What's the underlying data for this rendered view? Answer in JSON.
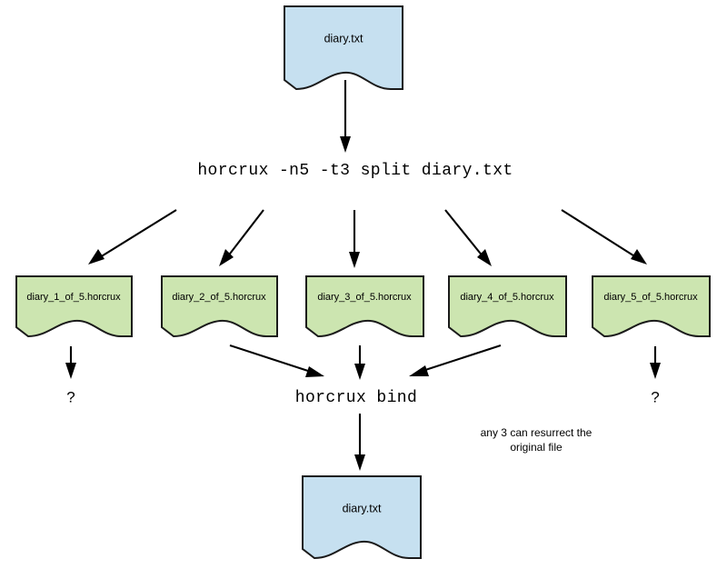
{
  "diagram": {
    "title": "horcrux split and bind flow",
    "colors": {
      "source_fill": "#c6e0f0",
      "shard_fill": "#cce5b0",
      "outline": "#1a1a1a",
      "arrow": "#000000",
      "background": "#ffffff"
    },
    "source_document": {
      "label": "diary.txt"
    },
    "split_command": {
      "label": "horcrux -n5 -t3 split diary.txt"
    },
    "shards": [
      {
        "label": "diary_1_of_5.horcrux"
      },
      {
        "label": "diary_2_of_5.horcrux"
      },
      {
        "label": "diary_3_of_5.horcrux"
      },
      {
        "label": "diary_4_of_5.horcrux"
      },
      {
        "label": "diary_5_of_5.horcrux"
      }
    ],
    "unknown_markers": [
      {
        "label": "?"
      },
      {
        "label": "?"
      }
    ],
    "bind_command": {
      "label": "horcrux bind"
    },
    "annotation": {
      "line1": "any 3 can resurrect the",
      "line2": "original file"
    },
    "result_document": {
      "label": "diary.txt"
    }
  }
}
